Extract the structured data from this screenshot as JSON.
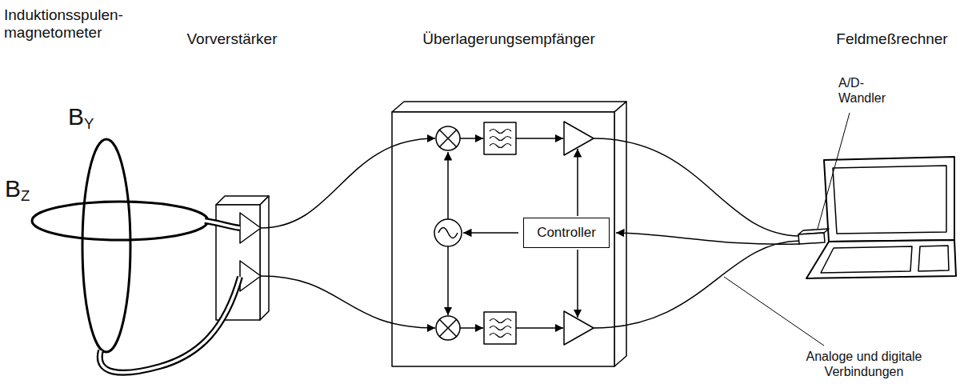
{
  "diagram": {
    "nodes": [
      {
        "text": [
          "Controller"
        ]
      }
    ],
    "labels": [
      "Induktionsspulen- magnetometer",
      "Vorverstärker",
      "Überlagerungsempfänger",
      "Feldmeßrechner",
      "BY",
      "BZ",
      "A/D- Wandler",
      "Analoge und digitale Verbindungen"
    ]
  }
}
